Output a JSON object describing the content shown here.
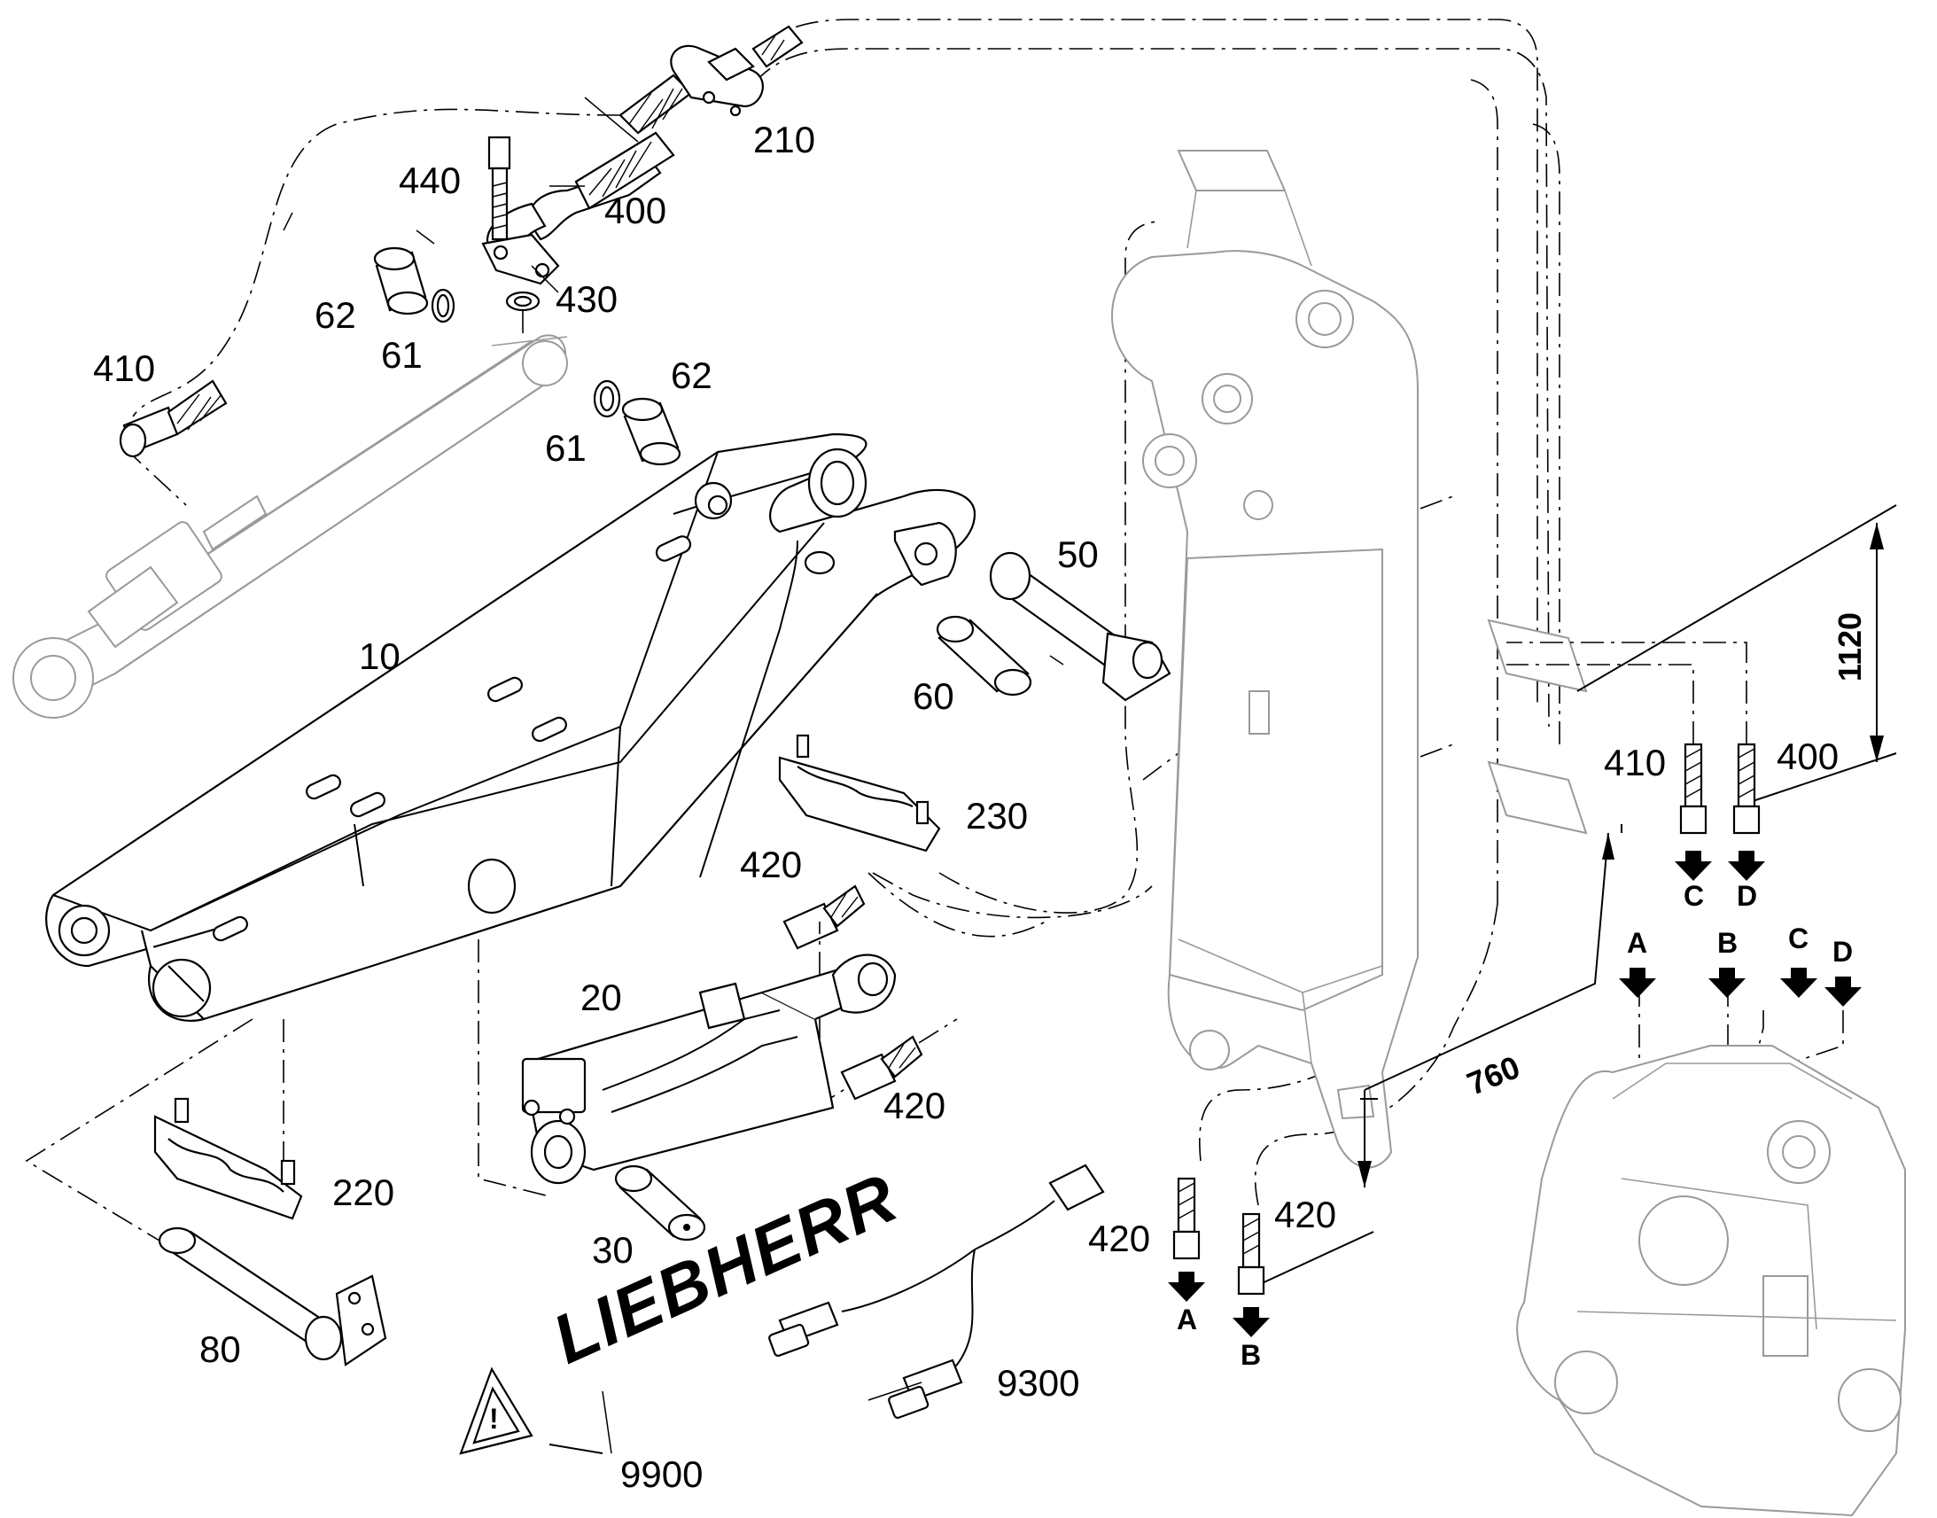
{
  "brand": {
    "logo_text": "LIEBHERR"
  },
  "part_labels": {
    "p10": "10",
    "p20": "20",
    "p30": "30",
    "p50": "50",
    "p60": "60",
    "p61a": "61",
    "p61b": "61",
    "p62a": "62",
    "p62b": "62",
    "p80": "80",
    "p210": "210",
    "p220": "220",
    "p230": "230",
    "p400a": "400",
    "p400b": "400",
    "p410a": "410",
    "p410b": "410",
    "p420a": "420",
    "p420b": "420",
    "p420c": "420",
    "p420d": "420",
    "p430": "430",
    "p440": "440",
    "p9300": "9300",
    "p9900": "9900"
  },
  "ports": {
    "a1": "A",
    "b1": "B",
    "c1": "C",
    "d1": "D",
    "a2": "A",
    "b2": "B",
    "c2": "C",
    "d2": "D"
  },
  "dimensions": {
    "height": "1120",
    "offset": "760"
  },
  "icons": [
    "warning-triangle-icon",
    "arrow-down-icon"
  ]
}
